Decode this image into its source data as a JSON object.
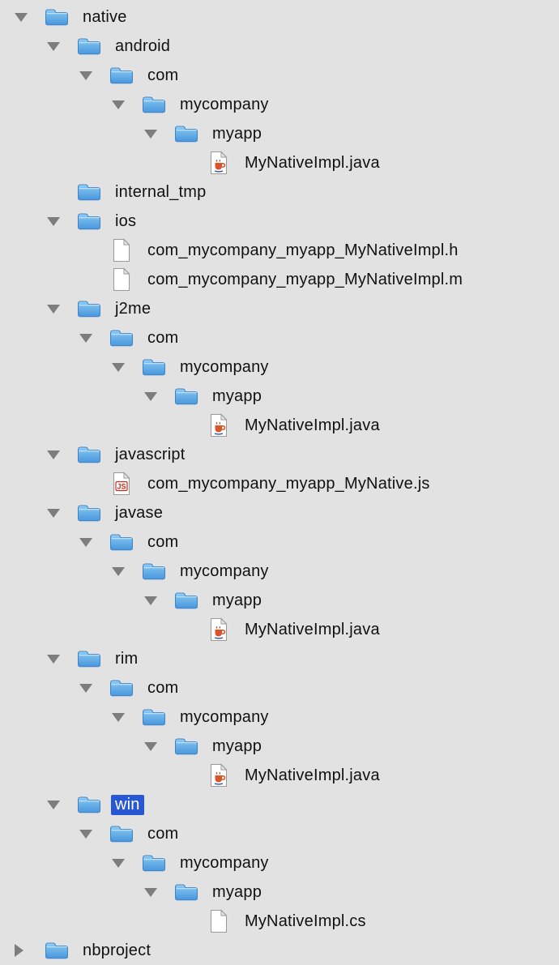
{
  "colors": {
    "background": "#e2e2e2",
    "selection_background": "#2857d4",
    "selection_text": "#ffffff",
    "triangle": "#7d7d7d",
    "label_text": "#111111"
  },
  "tree": {
    "rows": [
      {
        "label": "native",
        "level": 0,
        "kind": "folder",
        "disclosure": "expanded",
        "selected": false
      },
      {
        "label": "android",
        "level": 1,
        "kind": "folder",
        "disclosure": "expanded",
        "selected": false
      },
      {
        "label": "com",
        "level": 2,
        "kind": "folder",
        "disclosure": "expanded",
        "selected": false
      },
      {
        "label": "mycompany",
        "level": 3,
        "kind": "folder",
        "disclosure": "expanded",
        "selected": false
      },
      {
        "label": "myapp",
        "level": 4,
        "kind": "folder",
        "disclosure": "expanded",
        "selected": false
      },
      {
        "label": "MyNativeImpl.java",
        "level": 5,
        "kind": "java-file",
        "disclosure": "none",
        "selected": false
      },
      {
        "label": "internal_tmp",
        "level": 1,
        "kind": "folder",
        "disclosure": "none",
        "selected": false
      },
      {
        "label": "ios",
        "level": 1,
        "kind": "folder",
        "disclosure": "expanded",
        "selected": false
      },
      {
        "label": "com_mycompany_myapp_MyNativeImpl.h",
        "level": 2,
        "kind": "doc-file",
        "disclosure": "none",
        "selected": false
      },
      {
        "label": "com_mycompany_myapp_MyNativeImpl.m",
        "level": 2,
        "kind": "doc-file",
        "disclosure": "none",
        "selected": false
      },
      {
        "label": "j2me",
        "level": 1,
        "kind": "folder",
        "disclosure": "expanded",
        "selected": false
      },
      {
        "label": "com",
        "level": 2,
        "kind": "folder",
        "disclosure": "expanded",
        "selected": false
      },
      {
        "label": "mycompany",
        "level": 3,
        "kind": "folder",
        "disclosure": "expanded",
        "selected": false
      },
      {
        "label": "myapp",
        "level": 4,
        "kind": "folder",
        "disclosure": "expanded",
        "selected": false
      },
      {
        "label": "MyNativeImpl.java",
        "level": 5,
        "kind": "java-file",
        "disclosure": "none",
        "selected": false
      },
      {
        "label": "javascript",
        "level": 1,
        "kind": "folder",
        "disclosure": "expanded",
        "selected": false
      },
      {
        "label": "com_mycompany_myapp_MyNative.js",
        "level": 2,
        "kind": "js-file",
        "disclosure": "none",
        "selected": false
      },
      {
        "label": "javase",
        "level": 1,
        "kind": "folder",
        "disclosure": "expanded",
        "selected": false
      },
      {
        "label": "com",
        "level": 2,
        "kind": "folder",
        "disclosure": "expanded",
        "selected": false
      },
      {
        "label": "mycompany",
        "level": 3,
        "kind": "folder",
        "disclosure": "expanded",
        "selected": false
      },
      {
        "label": "myapp",
        "level": 4,
        "kind": "folder",
        "disclosure": "expanded",
        "selected": false
      },
      {
        "label": "MyNativeImpl.java",
        "level": 5,
        "kind": "java-file",
        "disclosure": "none",
        "selected": false
      },
      {
        "label": "rim",
        "level": 1,
        "kind": "folder",
        "disclosure": "expanded",
        "selected": false
      },
      {
        "label": "com",
        "level": 2,
        "kind": "folder",
        "disclosure": "expanded",
        "selected": false
      },
      {
        "label": "mycompany",
        "level": 3,
        "kind": "folder",
        "disclosure": "expanded",
        "selected": false
      },
      {
        "label": "myapp",
        "level": 4,
        "kind": "folder",
        "disclosure": "expanded",
        "selected": false
      },
      {
        "label": "MyNativeImpl.java",
        "level": 5,
        "kind": "java-file",
        "disclosure": "none",
        "selected": false
      },
      {
        "label": "win",
        "level": 1,
        "kind": "folder",
        "disclosure": "expanded",
        "selected": true
      },
      {
        "label": "com",
        "level": 2,
        "kind": "folder",
        "disclosure": "expanded",
        "selected": false
      },
      {
        "label": "mycompany",
        "level": 3,
        "kind": "folder",
        "disclosure": "expanded",
        "selected": false
      },
      {
        "label": "myapp",
        "level": 4,
        "kind": "folder",
        "disclosure": "expanded",
        "selected": false
      },
      {
        "label": "MyNativeImpl.cs",
        "level": 5,
        "kind": "doc-file",
        "disclosure": "none",
        "selected": false
      },
      {
        "label": "nbproject",
        "level": 0,
        "kind": "folder",
        "disclosure": "collapsed",
        "selected": false
      }
    ]
  }
}
